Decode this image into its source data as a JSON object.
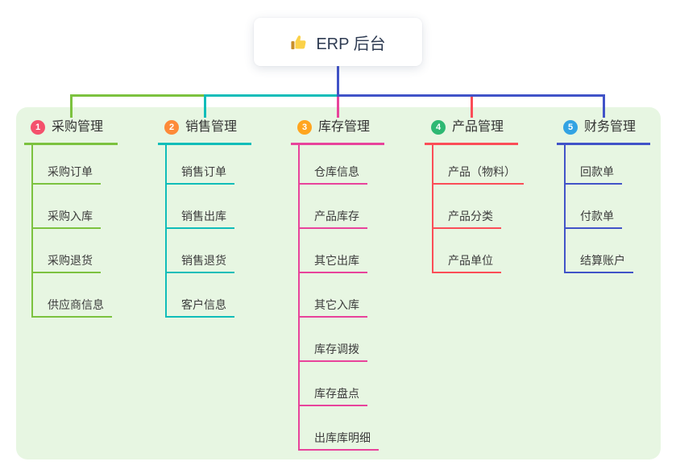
{
  "root": {
    "title": "ERP 后台",
    "icon": "thumbs-up"
  },
  "colors": {
    "panel_background": "#e7f6e2",
    "root_connector": "#4153c8",
    "root_text": "#2e3b52"
  },
  "branches": [
    {
      "number": "1",
      "label": "采购管理",
      "badge_color": "#f4516c",
      "line_color": "#7cc23f",
      "children": [
        "采购订单",
        "采购入库",
        "采购退货",
        "供应商信息"
      ]
    },
    {
      "number": "2",
      "label": "销售管理",
      "badge_color": "#fd8a38",
      "line_color": "#10bdb9",
      "children": [
        "销售订单",
        "销售出库",
        "销售退货",
        "客户信息"
      ]
    },
    {
      "number": "3",
      "label": "库存管理",
      "badge_color": "#ffa51f",
      "line_color": "#e8439b",
      "children": [
        "仓库信息",
        "产品库存",
        "其它出库",
        "其它入库",
        "库存调拨",
        "库存盘点",
        "出库库明细"
      ]
    },
    {
      "number": "4",
      "label": "产品管理",
      "badge_color": "#2eb873",
      "line_color": "#fb4d57",
      "children": [
        "产品（物料）",
        "产品分类",
        "产品单位"
      ]
    },
    {
      "number": "5",
      "label": "财务管理",
      "badge_color": "#33a3e3",
      "line_color": "#4153c8",
      "children": [
        "回款单",
        "付款单",
        "结算账户"
      ]
    }
  ]
}
